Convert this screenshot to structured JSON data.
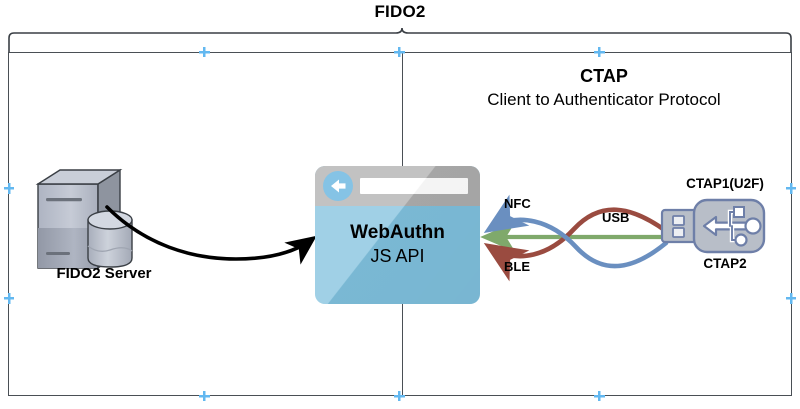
{
  "diagram": {
    "title": "FIDO2",
    "right_panel": {
      "title": "CTAP",
      "subtitle": "Client to Authenticator Protocol"
    },
    "nodes": {
      "server": {
        "label": "FIDO2 Server",
        "icon": "server-tower-icon"
      },
      "browser": {
        "label_main": "WebAuthn",
        "label_sub": "JS API",
        "icon": "browser-window-icon",
        "back_arrow_icon": "back-arrow-icon"
      },
      "authenticator": {
        "label_top": "CTAP1(U2F)",
        "label_bottom": "CTAP2",
        "icon": "usb-security-key-icon"
      }
    },
    "links": [
      {
        "name": "nfc",
        "label": "NFC",
        "color": "#6A8FC0",
        "direction": "to-browser"
      },
      {
        "name": "usb",
        "label": "USB",
        "color": "#7FA96B",
        "direction": "to-browser"
      },
      {
        "name": "ble",
        "label": "BLE",
        "color": "#9A4B40",
        "direction": "to-browser"
      },
      {
        "name": "server-to-browser",
        "label": "",
        "color": "#000000",
        "direction": "to-browser"
      }
    ],
    "colors": {
      "frame": "#4a4f55",
      "browser_body": "#7FC0DD",
      "browser_titlebar": "#ADADAD",
      "browser_accent": "#5BAEDC",
      "nfc": "#6A8FC0",
      "usb": "#7FA96B",
      "ble": "#9A4B40",
      "handle": "#63B8F0",
      "key_body": "#B8BEC8",
      "key_outline": "#6E7FA8"
    }
  }
}
